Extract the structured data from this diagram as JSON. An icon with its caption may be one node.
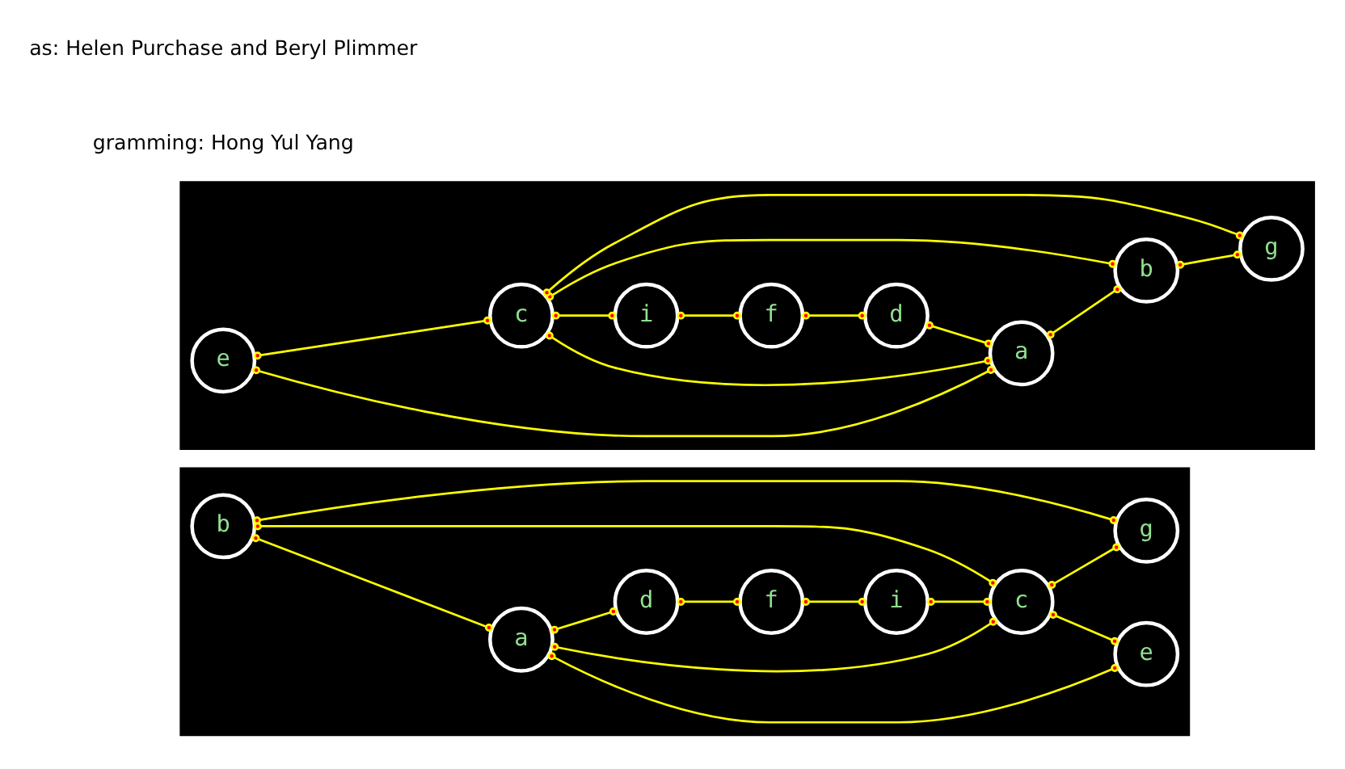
{
  "diagram": {
    "nodes": [
      {
        "text": [],
        "shape": "box"
      },
      {
        "text": [
          "b"
        ],
        "in": 0
      },
      {
        "text": [
          "a"
        ],
        "in": 0
      },
      {
        "text": [
          "d"
        ],
        "in": 0
      },
      {
        "text": [
          "f"
        ],
        "in": 0
      },
      {
        "text": [
          "i"
        ],
        "in": 0
      },
      {
        "text": [
          "e"
        ],
        "in": 0
      },
      {
        "text": [
          "c"
        ],
        "in": 0
      },
      {
        "text": [
          "g"
        ],
        "in": 0
      },
      {
        "text": [],
        "shape": "box"
      },
      {
        "text": [
          "e"
        ],
        "in": 9
      },
      {
        "text": [
          "d"
        ],
        "in": 9
      },
      {
        "text": [
          "a"
        ],
        "in": 9
      },
      {
        "text": [
          "b"
        ],
        "in": 9
      },
      {
        "text": [
          "c"
        ],
        "in": 9
      },
      {
        "text": [
          "f"
        ],
        "in": 9
      },
      {
        "text": [
          "g"
        ],
        "in": 9
      },
      {
        "text": [
          "i"
        ],
        "in": 9
      }
    ],
    "edges": [
      {
        "from": 1,
        "to": 2,
        "arrow": "other"
      },
      {
        "from": 2,
        "to": 3,
        "arrow": "other"
      },
      {
        "from": 3,
        "to": 4,
        "arrow": "other"
      },
      {
        "from": 4,
        "to": 5,
        "arrow": "other"
      },
      {
        "from": 5,
        "to": 7,
        "arrow": "other"
      },
      {
        "from": 2,
        "to": 7,
        "arrow": "other"
      },
      {
        "from": 2,
        "to": 6,
        "arrow": "other"
      },
      {
        "from": 1,
        "to": 7,
        "arrow": "other"
      },
      {
        "from": 1,
        "to": 8,
        "arrow": "other"
      },
      {
        "from": 7,
        "to": 6,
        "arrow": "other"
      },
      {
        "from": 7,
        "to": 8,
        "arrow": "other"
      },
      {
        "from": 11,
        "to": 12,
        "arrow": "other"
      },
      {
        "from": 12,
        "to": 10,
        "arrow": "other"
      },
      {
        "from": 12,
        "to": 13,
        "arrow": "other"
      },
      {
        "from": 12,
        "to": 14,
        "arrow": "other"
      },
      {
        "from": 10,
        "to": 14,
        "arrow": "other"
      },
      {
        "from": 14,
        "to": 13,
        "arrow": "other"
      },
      {
        "from": 13,
        "to": 16,
        "arrow": "other"
      },
      {
        "from": 14,
        "to": 16,
        "arrow": "other"
      },
      {
        "from": 14,
        "to": 17,
        "arrow": "other"
      },
      {
        "from": 17,
        "to": 15,
        "arrow": "other"
      },
      {
        "from": 15,
        "to": 11,
        "arrow": "other"
      }
    ],
    "labels": [
      "as: Helen Purchase and Beryl Plimmer",
      "gramming: Hong Yul Yang"
    ]
  }
}
